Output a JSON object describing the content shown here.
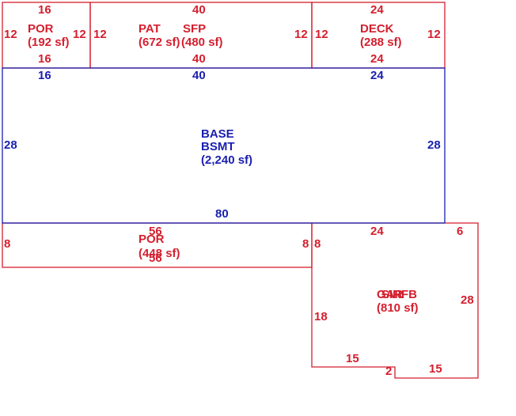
{
  "colors": {
    "red": "#d41f2e",
    "blue": "#1a1fb0",
    "background": "#ffffff"
  },
  "areas": {
    "por_top": {
      "name": "POR",
      "area": "(192 sf)",
      "color": "red"
    },
    "pat": {
      "name": "PAT",
      "area": "(672 sf)",
      "color": "red"
    },
    "sfp": {
      "name": "SFP",
      "area": "(480 sf)",
      "color": "red"
    },
    "deck": {
      "name": "DECK",
      "area": "(288 sf)",
      "color": "red"
    },
    "base": {
      "name": "BASE",
      "name2": "BSMT",
      "area": "(2,240 sf)",
      "color": "blue"
    },
    "por_bottom": {
      "name": "POR",
      "area": "(448 sf)",
      "color": "red"
    },
    "gar": {
      "name": "GAR",
      "name_overlay": "SIRFB",
      "area": "(810 sf)",
      "color": "red"
    }
  },
  "dimensions": {
    "por_top": {
      "top": "16",
      "bottom": "16",
      "left": "12",
      "right": "12"
    },
    "pat_sfp": {
      "top": "40",
      "bottom": "40",
      "left": "12",
      "right": "12"
    },
    "deck": {
      "top": "24",
      "bottom": "24",
      "left": "12",
      "right": "12"
    },
    "base": {
      "top_left": "16",
      "top_mid": "40",
      "top_right": "24",
      "left": "28",
      "right": "28",
      "bottom": "80"
    },
    "por_bottom": {
      "top": "56",
      "bottom": "56",
      "left": "8",
      "right": "8"
    },
    "gar": {
      "top": "24",
      "top_right": "6",
      "left_top": "8",
      "left": "18",
      "right": "28",
      "bottom_left": "15",
      "bottom_right": "15",
      "notch": "2"
    }
  }
}
